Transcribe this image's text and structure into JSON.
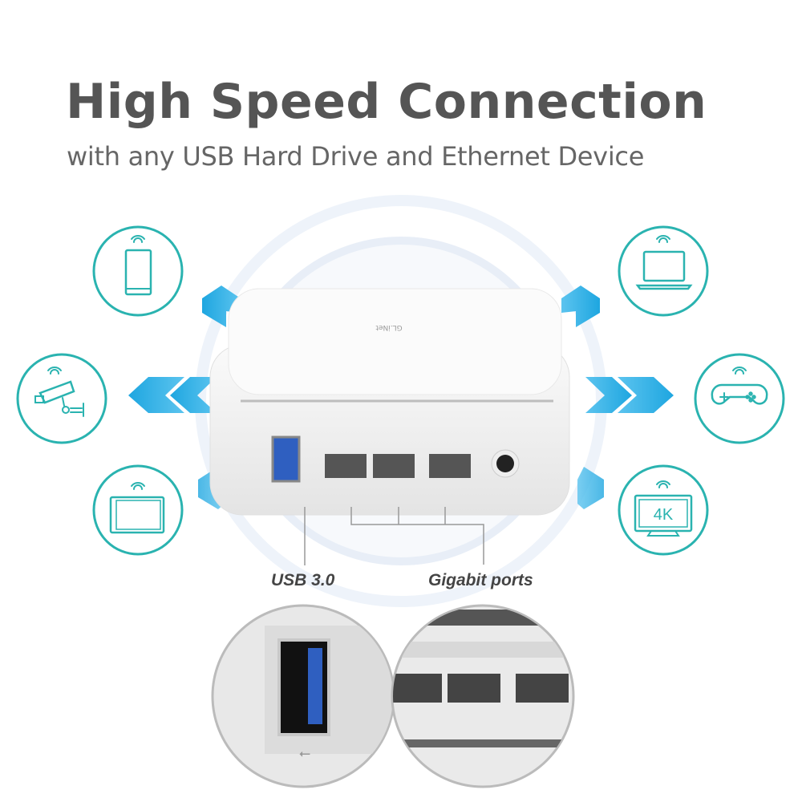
{
  "header": {
    "title": "High Speed Connection",
    "subtitle": "with any USB Hard Drive and Ethernet Device"
  },
  "device": {
    "brand_logo": "GL.iNet"
  },
  "callouts": {
    "usb": "USB 3.0",
    "gigabit": "Gigabit ports"
  },
  "devices": [
    {
      "icon": "smartphone-icon"
    },
    {
      "icon": "security-camera-icon"
    },
    {
      "icon": "tablet-icon"
    },
    {
      "icon": "laptop-icon"
    },
    {
      "icon": "gamepad-icon"
    },
    {
      "icon": "tv-4k-icon",
      "text": "4K"
    }
  ],
  "colors": {
    "accent_teal": "#2ab3b0",
    "arrow_blue": "#1ea6e0",
    "title_gray": "#555555",
    "usb_blue": "#2f5fc0"
  }
}
